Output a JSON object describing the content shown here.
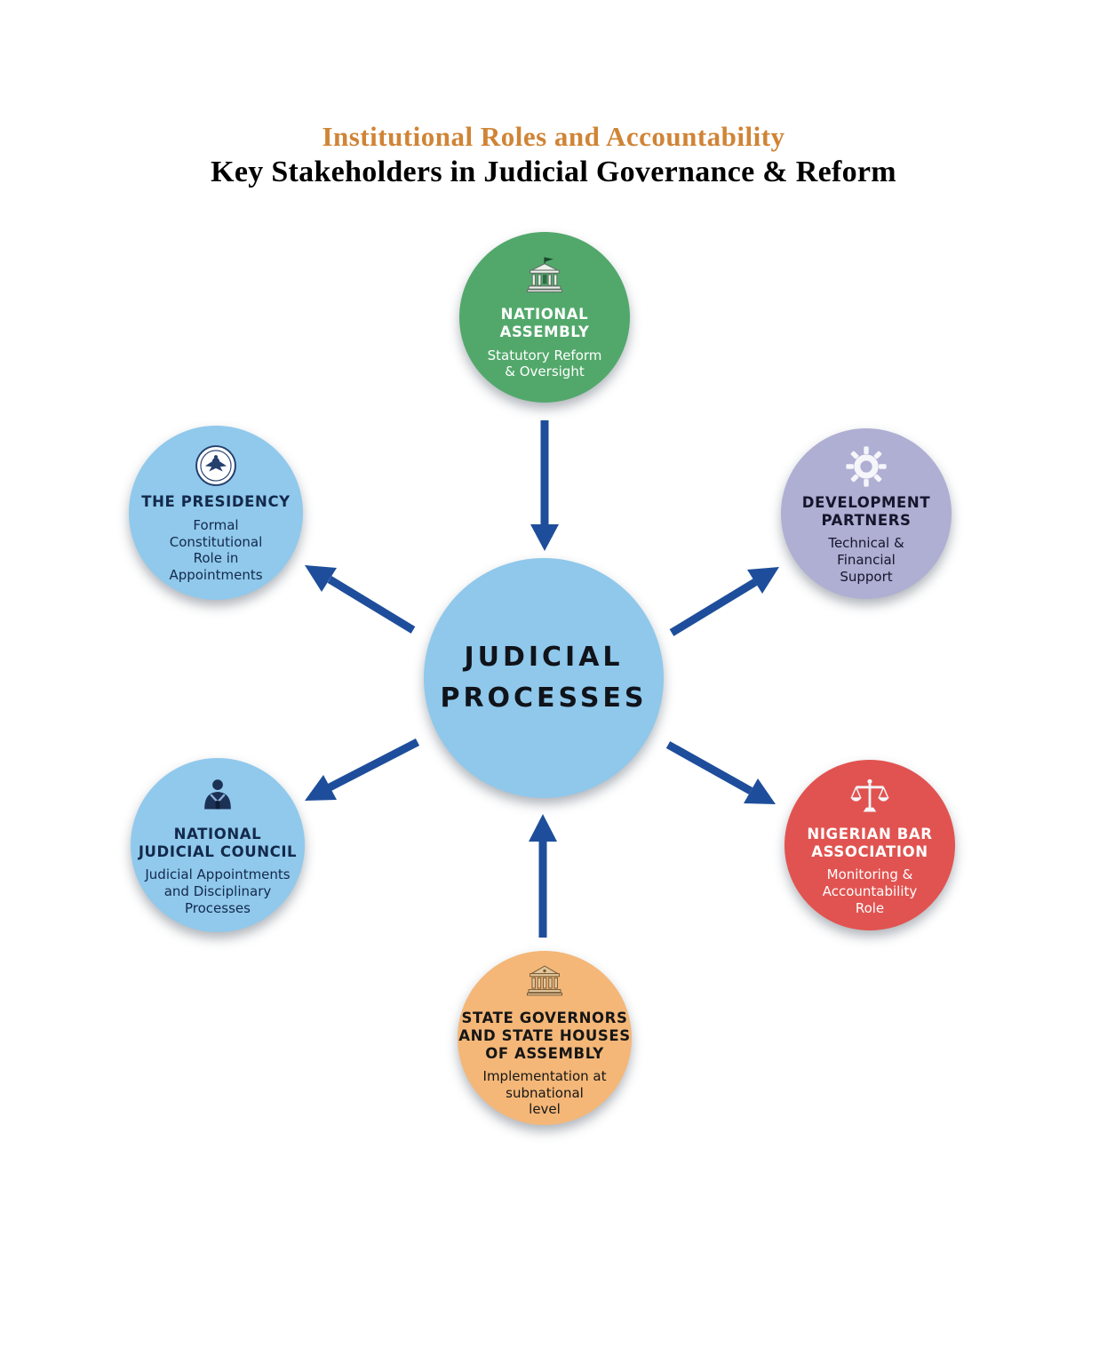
{
  "title": {
    "line1": "Institutional Roles and Accountability",
    "line1_color": "#D08436",
    "line2": "Key Stakeholders in Judicial Governance & Reform",
    "line2_color": "#000000"
  },
  "center": {
    "id": "judicial-processes",
    "label": "JUDICIAL\nPROCESSES",
    "color": "#8FC8EB",
    "text_color": "#10131A"
  },
  "nodes": [
    {
      "id": "national-assembly",
      "name": "NATIONAL\nASSEMBLY",
      "role": "Statutory Reform\n& Oversight",
      "color": "#52A86B",
      "text_color": "#FFFFFF",
      "icon": "parliament-building-with-flag"
    },
    {
      "id": "the-presidency",
      "name": "THE PRESIDENCY",
      "role": "Formal\nConstitutional\nRole in\nAppointments",
      "color": "#90C9EC",
      "text_color": "#13294B",
      "icon": "presidential-seal"
    },
    {
      "id": "development-partners",
      "name": "DEVELOPMENT\nPARTNERS",
      "role": "Technical &\nFinancial\nSupport",
      "color": "#AFAED3",
      "text_color": "#15152B",
      "icon": "gear"
    },
    {
      "id": "national-judicial-council",
      "name": "NATIONAL\nJUDICIAL COUNCIL",
      "role": "Judicial Appointments\nand Disciplinary\nProcesses",
      "color": "#90C9EC",
      "text_color": "#13294B",
      "icon": "judge"
    },
    {
      "id": "nigerian-bar-association",
      "name": "NIGERIAN BAR\nASSOCIATION",
      "role": "Monitoring &\nAccountability\nRole",
      "color": "#E15350",
      "text_color": "#FFFFFF",
      "icon": "scales-of-justice"
    },
    {
      "id": "state-governors",
      "name": "STATE GOVERNORS\nAND STATE HOUSES\nOF ASSEMBLY",
      "role": "Implementation at\nsubnational\nlevel",
      "color": "#F4B778",
      "text_color": "#161616",
      "icon": "capitol-building"
    }
  ],
  "arrows": [
    {
      "from": "national-assembly",
      "to": "judicial-processes"
    },
    {
      "from": "judicial-processes",
      "to": "the-presidency"
    },
    {
      "from": "judicial-processes",
      "to": "development-partners"
    },
    {
      "from": "judicial-processes",
      "to": "national-judicial-council"
    },
    {
      "from": "judicial-processes",
      "to": "nigerian-bar-association"
    },
    {
      "from": "state-governors",
      "to": "judicial-processes"
    }
  ],
  "colors": {
    "arrow": "#1E4E9B",
    "background": "#FFFFFF"
  }
}
